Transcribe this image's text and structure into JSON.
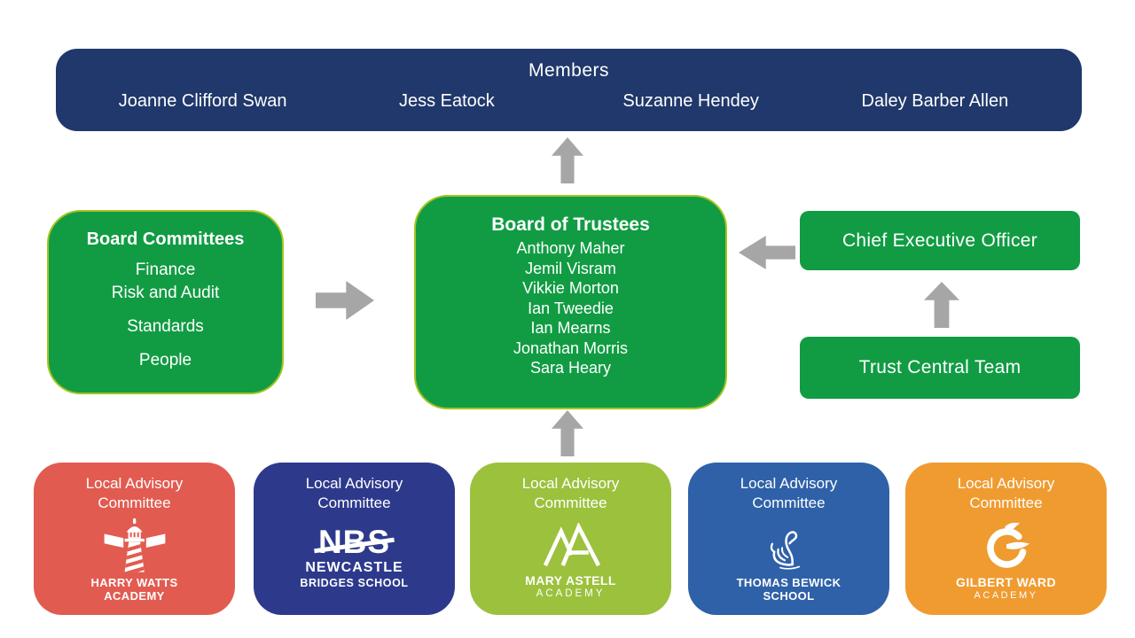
{
  "colors": {
    "members_navy": "#20386B",
    "green": "#119C43",
    "green_border": "#A4C421",
    "arrow_gray": "#A6A6A6",
    "text_white": "#FFFFFF"
  },
  "members_bar": {
    "title": "Members",
    "names": [
      "Joanne Clifford Swan",
      "Jess Eatock",
      "Suzanne Hendey",
      "Daley Barber Allen"
    ]
  },
  "board_committees": {
    "title": "Board Committees",
    "items": [
      "Finance",
      "Risk and Audit",
      "Standards",
      "People"
    ]
  },
  "board_of_trustees": {
    "title": "Board of Trustees",
    "members": [
      "Anthony Maher",
      "Jemil Visram",
      "Vikkie Morton",
      "Ian Tweedie",
      "Ian Mearns",
      "Jonathan Morris",
      "Sara Heary"
    ]
  },
  "chief_executive_officer": {
    "label": "Chief Executive Officer"
  },
  "trust_central_team": {
    "label": "Trust Central Team"
  },
  "schools": [
    {
      "committee_label": "Local Advisory Committee",
      "name": "Harry Watts Academy",
      "logo_line1": "HARRY WATTS",
      "logo_line2": "ACADEMY",
      "color": "#E25B50",
      "icon": "lighthouse-icon"
    },
    {
      "committee_label": "Local Advisory Committee",
      "name": "Newcastle Bridges School",
      "logo_acronym": "NBS",
      "logo_line1": "NEWCASTLE",
      "logo_line2": "BRIDGES SCHOOL",
      "color": "#2D3A8C",
      "icon": "nbs-slash-wordmark"
    },
    {
      "committee_label": "Local Advisory Committee",
      "name": "Mary Astell Academy",
      "logo_line1": "MARY ASTELL",
      "logo_line2": "ACADEMY",
      "color": "#9BC13D",
      "icon": "ma-monogram-icon"
    },
    {
      "committee_label": "Local Advisory Committee",
      "name": "Thomas Bewick School",
      "logo_line1": "THOMAS BEWICK",
      "logo_line2": "SCHOOL",
      "color": "#2F61A8",
      "icon": "swan-icon"
    },
    {
      "committee_label": "Local Advisory Committee",
      "name": "Gilbert Ward Academy",
      "logo_line1": "GILBERT WARD",
      "logo_line2": "ACADEMY",
      "color": "#F09B30",
      "icon": "bird-swirl-icon"
    }
  ]
}
